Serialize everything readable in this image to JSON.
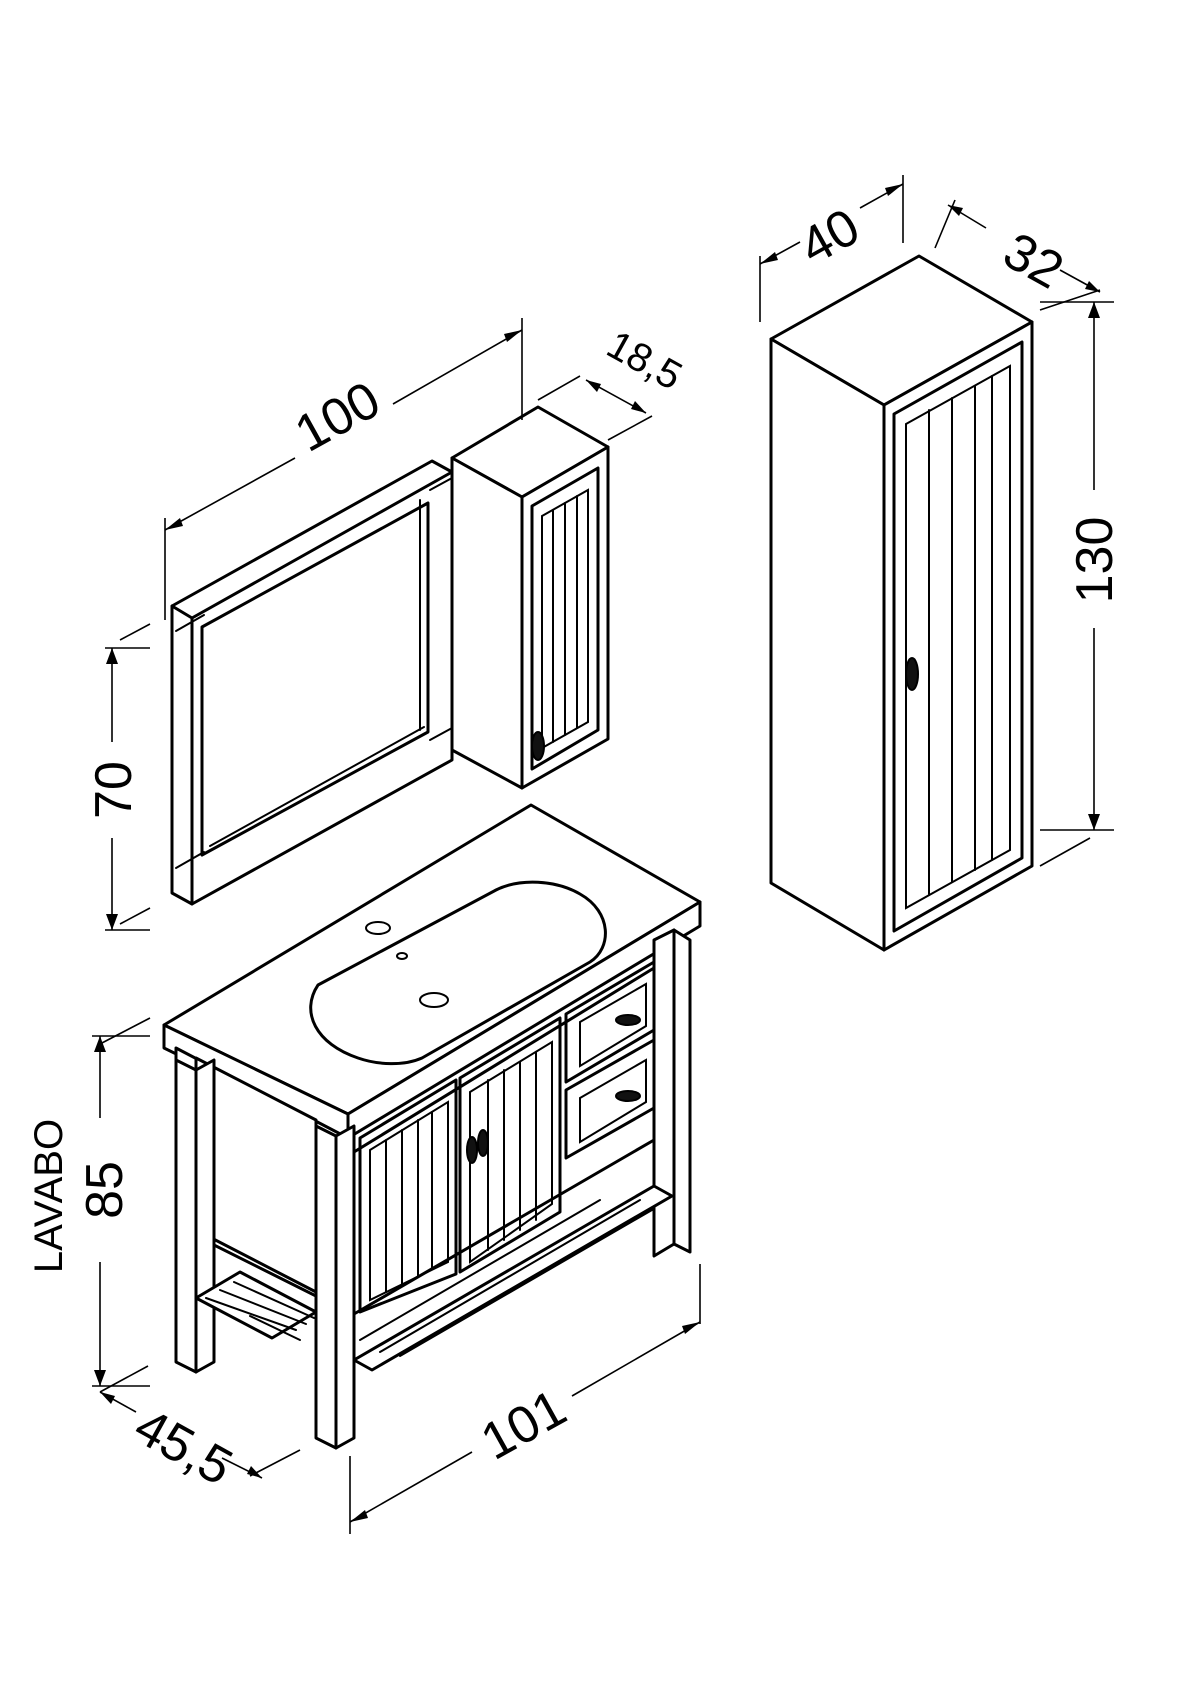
{
  "dimensions": {
    "mirror_width": "100",
    "mirror_cabinet_depth": "18,5",
    "mirror_height": "70",
    "tall_width": "40",
    "tall_depth": "32",
    "tall_height": "130",
    "vanity_label": "LAVABO",
    "vanity_height": "85",
    "vanity_depth": "45,5",
    "vanity_width": "101"
  },
  "colors": {
    "line": "#000000",
    "background": "#ffffff"
  }
}
